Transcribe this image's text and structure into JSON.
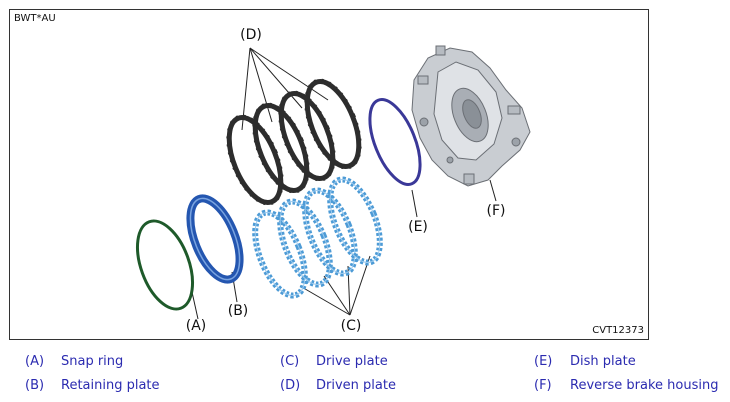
{
  "figure": {
    "code": "BWT*AU",
    "figure_id": "CVT12373",
    "callouts": {
      "A": "(A)",
      "B": "(B)",
      "C": "(C)",
      "D": "(D)",
      "E": "(E)",
      "F": "(F)"
    }
  },
  "colors": {
    "snap_ring": "#1e5a2a",
    "retaining_plate": "#2456b0",
    "drive_plate": "#4d9bd6",
    "driven_plate": "#2d2d2d",
    "dish_plate": "#3a3898",
    "housing": "#c9cdd2",
    "legend_text": "#2b2bb0"
  },
  "legend": [
    {
      "letter": "(A)",
      "name": "Snap ring"
    },
    {
      "letter": "(B)",
      "name": "Retaining plate"
    },
    {
      "letter": "(C)",
      "name": "Drive plate"
    },
    {
      "letter": "(D)",
      "name": "Driven plate"
    },
    {
      "letter": "(E)",
      "name": "Dish plate"
    },
    {
      "letter": "(F)",
      "name": "Reverse brake housing"
    }
  ]
}
